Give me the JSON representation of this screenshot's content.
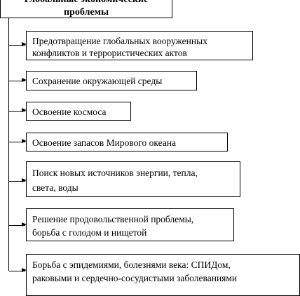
{
  "root": {
    "title_line1": "Глобальные экономические",
    "title_line2": "проблемы"
  },
  "items": [
    {
      "text": "Предотвращение глобальных вооруженных\nконфликтов и террористических актов"
    },
    {
      "text": "Сохранение окружающей среды"
    },
    {
      "text": "Освоение космоса"
    },
    {
      "text": "Освоение запасов Мирового океана"
    },
    {
      "text": "Поиск новых источников энергии, тепла,\nсвета, воды"
    },
    {
      "text": "Решение продовольственной проблемы,\nборьба с голодом и нищетой"
    },
    {
      "text": "Борьба с эпидемиями, болезнями века: СПИДом,\nраковыми и сердечно-сосудистыми заболеваниями"
    }
  ]
}
